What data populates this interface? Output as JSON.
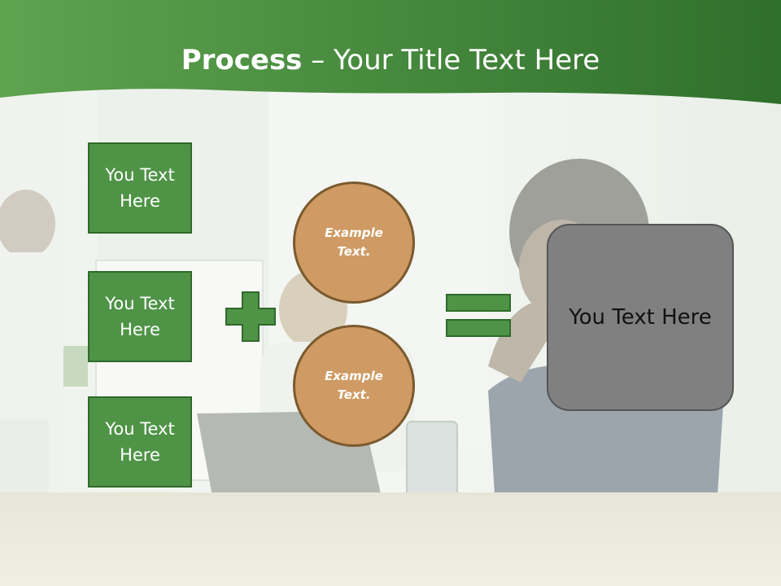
{
  "slide": {
    "title_bold": "Process",
    "title_rest": " – Your Title Text Here",
    "colors": {
      "header_green": "#3f8a3a",
      "box_green": "#4f9347",
      "circle_tan": "#cf9a63",
      "result_gray": "#808080"
    }
  },
  "inputs": [
    {
      "label": "You Text Here"
    },
    {
      "label": "You Text Here"
    },
    {
      "label": "You Text Here"
    }
  ],
  "circles": [
    {
      "label": "Example Text."
    },
    {
      "label": "Example Text."
    }
  ],
  "operators": {
    "plus_icon": "plus-icon",
    "equals_icon": "equals-icon"
  },
  "result": {
    "label": "You Text Here"
  }
}
